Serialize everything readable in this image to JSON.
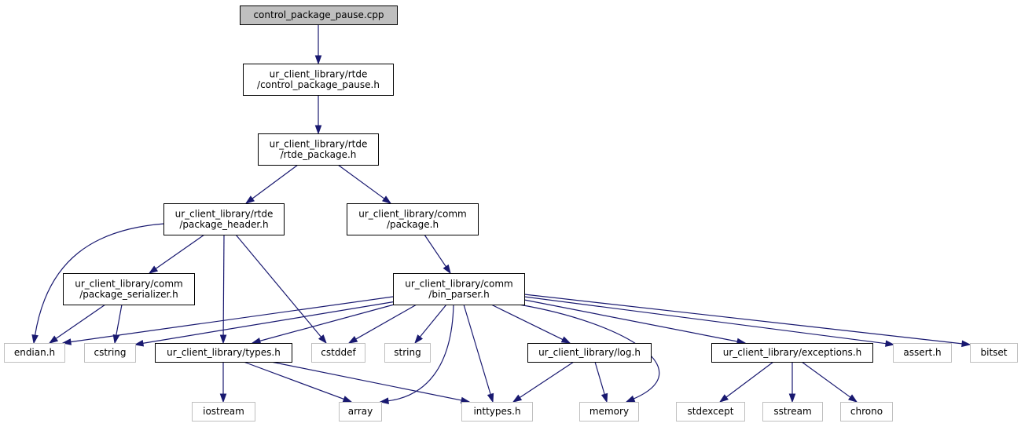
{
  "graph": {
    "nodes": [
      {
        "id": "control_package_pause_cpp",
        "lines": [
          "control_package_pause.cpp"
        ],
        "kind": "root"
      },
      {
        "id": "control_package_pause_h",
        "lines": [
          "ur_client_library/rtde",
          "/control_package_pause.h"
        ],
        "kind": "internal"
      },
      {
        "id": "rtde_package_h",
        "lines": [
          "ur_client_library/rtde",
          "/rtde_package.h"
        ],
        "kind": "internal"
      },
      {
        "id": "package_header_h",
        "lines": [
          "ur_client_library/rtde",
          "/package_header.h"
        ],
        "kind": "internal"
      },
      {
        "id": "comm_package_h",
        "lines": [
          "ur_client_library/comm",
          "/package.h"
        ],
        "kind": "internal"
      },
      {
        "id": "package_serializer_h",
        "lines": [
          "ur_client_library/comm",
          "/package_serializer.h"
        ],
        "kind": "internal"
      },
      {
        "id": "bin_parser_h",
        "lines": [
          "ur_client_library/comm",
          "/bin_parser.h"
        ],
        "kind": "internal"
      },
      {
        "id": "endian_h",
        "lines": [
          "endian.h"
        ],
        "kind": "external"
      },
      {
        "id": "cstring",
        "lines": [
          "cstring"
        ],
        "kind": "external"
      },
      {
        "id": "types_h",
        "lines": [
          "ur_client_library/types.h"
        ],
        "kind": "internal"
      },
      {
        "id": "cstddef",
        "lines": [
          "cstddef"
        ],
        "kind": "external"
      },
      {
        "id": "string",
        "lines": [
          "string"
        ],
        "kind": "external"
      },
      {
        "id": "log_h",
        "lines": [
          "ur_client_library/log.h"
        ],
        "kind": "internal"
      },
      {
        "id": "exceptions_h",
        "lines": [
          "ur_client_library/exceptions.h"
        ],
        "kind": "internal"
      },
      {
        "id": "assert_h",
        "lines": [
          "assert.h"
        ],
        "kind": "external"
      },
      {
        "id": "bitset",
        "lines": [
          "bitset"
        ],
        "kind": "external"
      },
      {
        "id": "iostream",
        "lines": [
          "iostream"
        ],
        "kind": "external"
      },
      {
        "id": "array",
        "lines": [
          "array"
        ],
        "kind": "external"
      },
      {
        "id": "inttypes_h",
        "lines": [
          "inttypes.h"
        ],
        "kind": "external"
      },
      {
        "id": "memory",
        "lines": [
          "memory"
        ],
        "kind": "external"
      },
      {
        "id": "stdexcept",
        "lines": [
          "stdexcept"
        ],
        "kind": "external"
      },
      {
        "id": "sstream",
        "lines": [
          "sstream"
        ],
        "kind": "external"
      },
      {
        "id": "chrono",
        "lines": [
          "chrono"
        ],
        "kind": "external"
      }
    ],
    "edges": [
      {
        "from": "control_package_pause_cpp",
        "to": "control_package_pause_h"
      },
      {
        "from": "control_package_pause_h",
        "to": "rtde_package_h"
      },
      {
        "from": "rtde_package_h",
        "to": "package_header_h"
      },
      {
        "from": "rtde_package_h",
        "to": "comm_package_h"
      },
      {
        "from": "package_header_h",
        "to": "endian_h"
      },
      {
        "from": "package_header_h",
        "to": "package_serializer_h"
      },
      {
        "from": "package_header_h",
        "to": "types_h"
      },
      {
        "from": "package_header_h",
        "to": "cstddef"
      },
      {
        "from": "comm_package_h",
        "to": "bin_parser_h"
      },
      {
        "from": "package_serializer_h",
        "to": "endian_h"
      },
      {
        "from": "package_serializer_h",
        "to": "cstring"
      },
      {
        "from": "bin_parser_h",
        "to": "endian_h"
      },
      {
        "from": "bin_parser_h",
        "to": "cstring"
      },
      {
        "from": "bin_parser_h",
        "to": "types_h"
      },
      {
        "from": "bin_parser_h",
        "to": "cstddef"
      },
      {
        "from": "bin_parser_h",
        "to": "string"
      },
      {
        "from": "bin_parser_h",
        "to": "array"
      },
      {
        "from": "bin_parser_h",
        "to": "inttypes_h"
      },
      {
        "from": "bin_parser_h",
        "to": "log_h"
      },
      {
        "from": "bin_parser_h",
        "to": "memory"
      },
      {
        "from": "bin_parser_h",
        "to": "exceptions_h"
      },
      {
        "from": "bin_parser_h",
        "to": "assert_h"
      },
      {
        "from": "bin_parser_h",
        "to": "bitset"
      },
      {
        "from": "types_h",
        "to": "iostream"
      },
      {
        "from": "types_h",
        "to": "array"
      },
      {
        "from": "types_h",
        "to": "inttypes_h"
      },
      {
        "from": "log_h",
        "to": "inttypes_h"
      },
      {
        "from": "log_h",
        "to": "memory"
      },
      {
        "from": "exceptions_h",
        "to": "stdexcept"
      },
      {
        "from": "exceptions_h",
        "to": "sstream"
      },
      {
        "from": "exceptions_h",
        "to": "chrono"
      }
    ]
  },
  "colors": {
    "edge": "#191970",
    "root_fill": "#bfbfbf",
    "internal_border": "#000000",
    "external_border": "#bfbfbf",
    "background": "#ffffff"
  }
}
